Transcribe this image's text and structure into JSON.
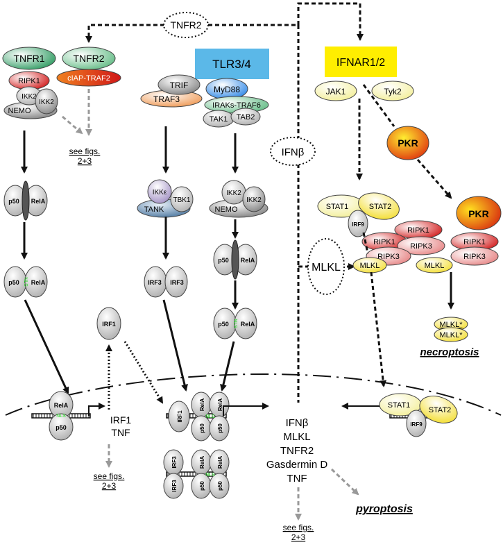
{
  "receptors": {
    "tnfr2_top": "TNFR2",
    "tnfr1": "TNFR1",
    "tnfr2": "TNFR2",
    "tlr": "TLR3/4",
    "ifnar": "IFNAR1/2"
  },
  "adaptors": {
    "ripk1": "RIPK1",
    "ciap_traf2": "cIAP-TRAF2",
    "ikk2": "IKK2",
    "nemo": "NEMO",
    "trif": "TRIF",
    "traf3": "TRAF3",
    "myd88": "MyD88",
    "iraks_traf6": "IRAKs-TRAF6",
    "tak1": "TAK1",
    "tab2": "TAB2",
    "jak1": "JAK1",
    "tyk2": "Tyk2",
    "pkr": "PKR",
    "ikke": "IKKε",
    "tbk1": "TBK1",
    "tank": "TANK"
  },
  "factors": {
    "p50": "p50",
    "rela": "RelA",
    "nls": "NLS",
    "irf3": "IRF3",
    "irf1": "IRF1",
    "stat1": "STAT1",
    "stat2": "STAT2",
    "irf9": "IRF9"
  },
  "necro": {
    "ripk1": "RIPK1",
    "ripk3": "RIPK3",
    "mlkl": "MLKL",
    "mlkl_p": "MLKL*"
  },
  "cytokines": {
    "ifnb": "IFNβ",
    "mlkl": "MLKL"
  },
  "see_figs": [
    "see figs.",
    "2+3"
  ],
  "gene_targets_left": [
    "IRF1",
    "TNF"
  ],
  "gene_targets_center": [
    "IFNβ",
    "MLKL",
    "TNFR2",
    "Gasdermin D",
    "TNF"
  ],
  "outcomes": {
    "necroptosis": "necroptosis",
    "pyroptosis": "pyroptosis"
  },
  "colors": {
    "tnfr1": "#3aa06a",
    "tlr_box": "#5bb8e8",
    "ifnar_box": "#ffee00",
    "ripk1": "#e04040",
    "traf2": "#e86020",
    "pkr": "#e07010",
    "nls": "#22dd22"
  }
}
